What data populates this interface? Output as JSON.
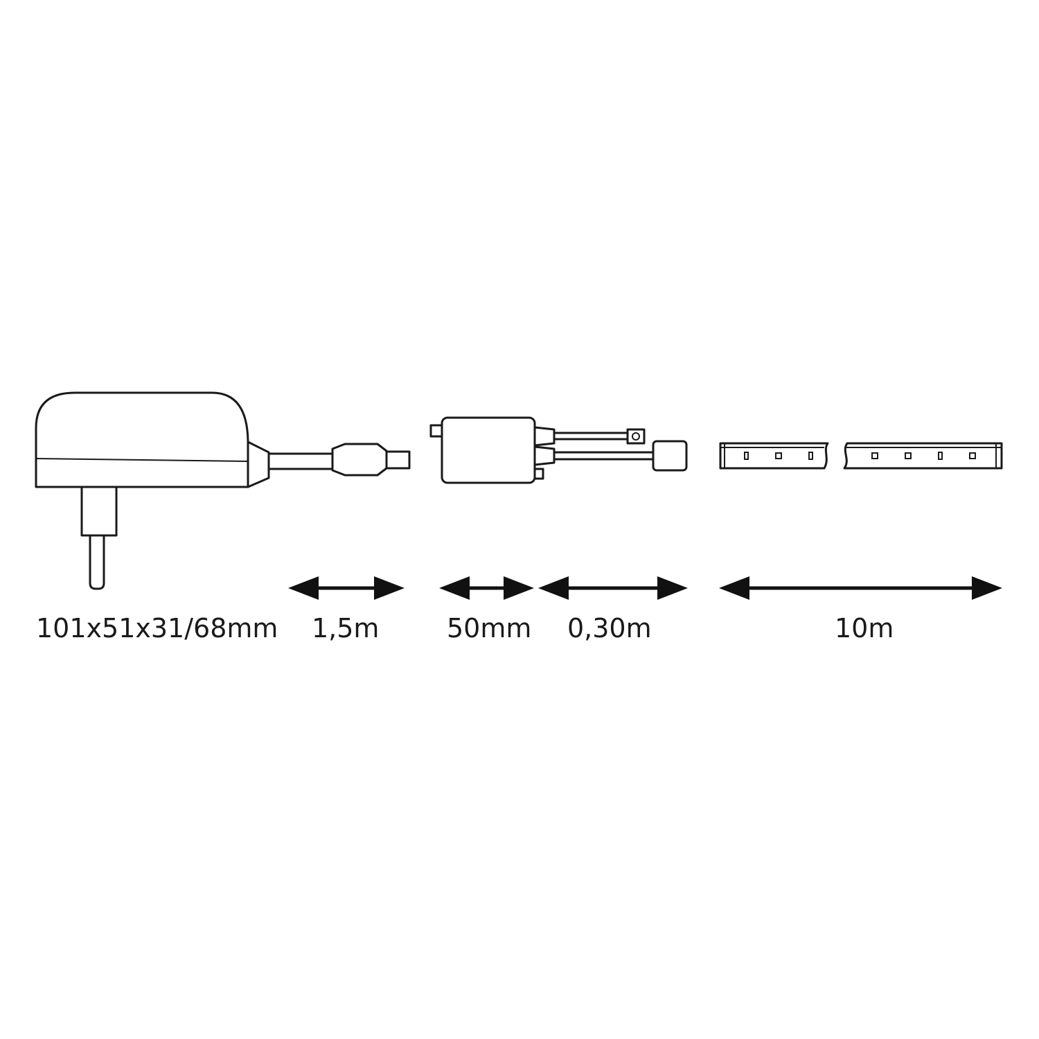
{
  "diagram": {
    "components": [
      {
        "name": "power-adapter",
        "icon": "power-adapter-plug-icon"
      },
      {
        "name": "supply-cable",
        "icon": "cable-connector-icon"
      },
      {
        "name": "controller",
        "icon": "controller-box-icon"
      },
      {
        "name": "connector-cable",
        "icon": "cable-with-socket-icon"
      },
      {
        "name": "led-strip",
        "icon": "led-strip-icon"
      }
    ],
    "labels": {
      "adapter_dims": "101x51x31/68mm",
      "supply_cable_length": "1,5m",
      "controller_size": "50mm",
      "connector_cable_length": "0,30m",
      "strip_length": "10m"
    },
    "colors": {
      "line": "#1a1a1a",
      "arrow": "#111111",
      "background": "#ffffff"
    }
  }
}
